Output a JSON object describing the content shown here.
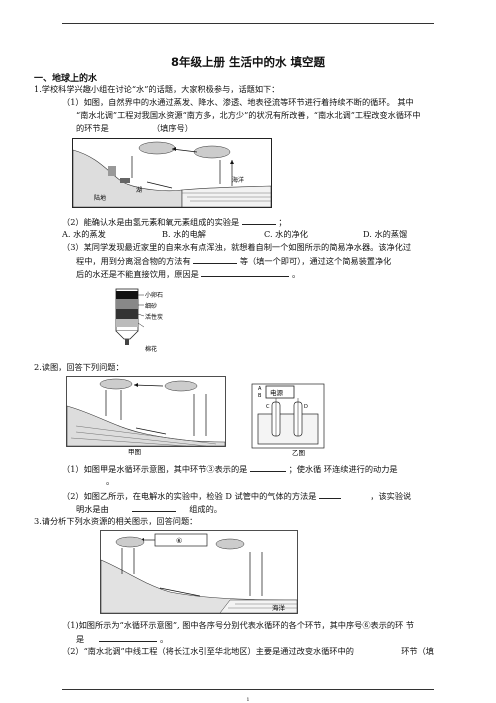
{
  "title": "8年级上册 生活中的水 填空题",
  "section1": "一、地球上的水",
  "q1": {
    "intro": "1.学校科学兴趣小组在讨论“水”的话题，大家积极参与，话题如下：",
    "p1_line1": "（1）如图，自然界中的水通过蒸发、降水、渗透、地表径流等环节进行着持续不断的循环。  其中",
    "p1_line2": "“南水北调”工程对我国水资源“南方多，北方少”的状况有所改善，“南水北调”工程改变水循环中",
    "p1_line3a": "的环节是",
    "p1_line3b": "（填序号）",
    "p2": "（2）能确认水是由氢元素和氧元素组成的实验是",
    "p2_end": "；",
    "optA": "A. 水的蒸发",
    "optB": "B. 水的电解",
    "optC": "C. 水的净化",
    "optD": "D. 水的蒸馏",
    "p3_line1": "（3）某同学发现最近家里的自来水有点浑浊，就想着自制一个如图所示的简易净水器。该净化过",
    "p3_line2a": "程中，用到分离混合物的方法有",
    "p3_line2b": "等（填一个即可），通过这个简易装置净化",
    "p3_line3a": "后的水还是不能直接饮用，原因是",
    "p3_line3b": "。",
    "fig_labels": {
      "land": "陆地",
      "lake": "湖",
      "sea": "海洋"
    },
    "filter_labels": [
      "小卵石",
      "细砂",
      "活性炭",
      "棉花"
    ]
  },
  "q2": {
    "intro": "2.读图，回答下列问题：",
    "fig_a": "甲图",
    "fig_b": "乙图",
    "power": "电源",
    "pole_a": "A",
    "pole_b": "B",
    "tube_c": "C",
    "tube_d": "D",
    "p1a": "（1）如图甲是水循环示意图，其中环节③表示的是",
    "p1b": "；使水循  环连续进行的动力是",
    "p1_end": "。",
    "p2a": "（2）如图乙所示，在电解水的实验中，检验 D  试管中的气体的方法是",
    "p2b": "，该实验说",
    "p2_line2a": "明水是由",
    "p2_line2b": "组成的。"
  },
  "q3": {
    "intro": "3.请分析下列水资源的相关图示，回答问题：",
    "p1_line1": "（1)如图所示为“水循环示意图”, 图中各序号分别代表水循环的各个环节，其中序号⑥表示的环  节",
    "p1_line2a": "是",
    "p1_line2b": "。",
    "p2": "（2）“南水北调”中线工程（将长江水引至华北地区）主要是通过改变水循环中的",
    "p2_end": "环节（填",
    "fig_sea": "海洋"
  },
  "page_number": "1"
}
